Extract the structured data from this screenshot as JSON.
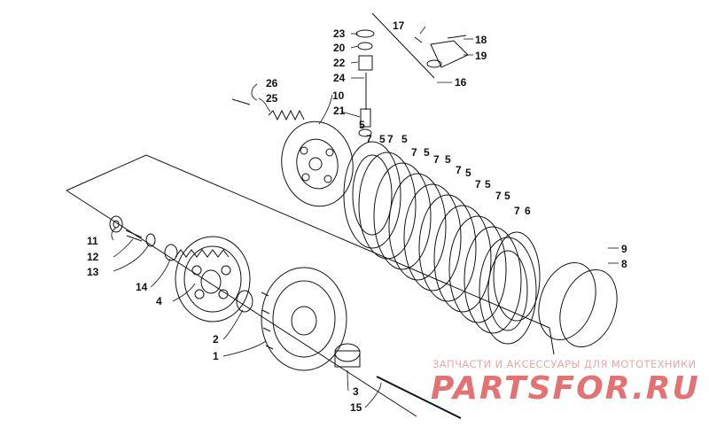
{
  "callouts": [
    "1",
    "2",
    "3",
    "4",
    "5",
    "6",
    "7",
    "8",
    "9",
    "10",
    "11",
    "12",
    "13",
    "14",
    "15",
    "16",
    "17",
    "18",
    "19",
    "20",
    "21",
    "22",
    "23",
    "24",
    "25",
    "26"
  ],
  "watermark": {
    "subtitle": "ЗАПЧАСТИ И АКСЕССУАРЫ ДЛЯ МОТОТЕХНИКИ",
    "logo": "PARTSFOR.RU",
    "color": "#e05a5a"
  },
  "colors": {
    "line": "#111111",
    "paper": "#ffffff"
  }
}
